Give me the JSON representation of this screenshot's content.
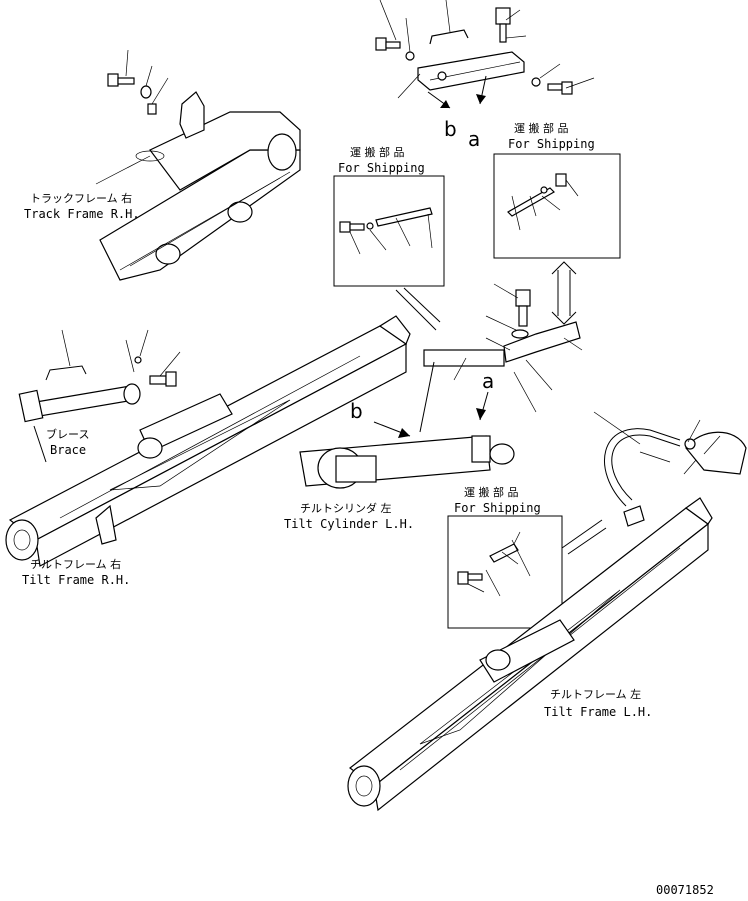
{
  "labels": {
    "track_frame_jp": "トラックフレーム 右",
    "track_frame_en": "Track Frame R.H.",
    "brace_jp": "ブレース",
    "brace_en": "Brace",
    "tilt_frame_rh_jp": "チルトフレーム 右",
    "tilt_frame_rh_en": "Tilt Frame R.H.",
    "tilt_cyl_jp": "チルトシリンダ 左",
    "tilt_cyl_en": "Tilt Cylinder L.H.",
    "tilt_frame_lh_jp": "チルトフレーム 左",
    "tilt_frame_lh_en": "Tilt Frame L.H.",
    "ship1_jp": "運 搬 部 品",
    "ship1_en": "For Shipping",
    "ship2_jp": "運 搬 部 品",
    "ship2_en": "For Shipping",
    "ship3_jp": "運 搬 部 品",
    "ship3_en": "For Shipping",
    "ref_b_top": "b",
    "ref_a_top": "a",
    "ref_a_mid": "a",
    "ref_b_mid": "b",
    "drawing_no": "00071852"
  }
}
